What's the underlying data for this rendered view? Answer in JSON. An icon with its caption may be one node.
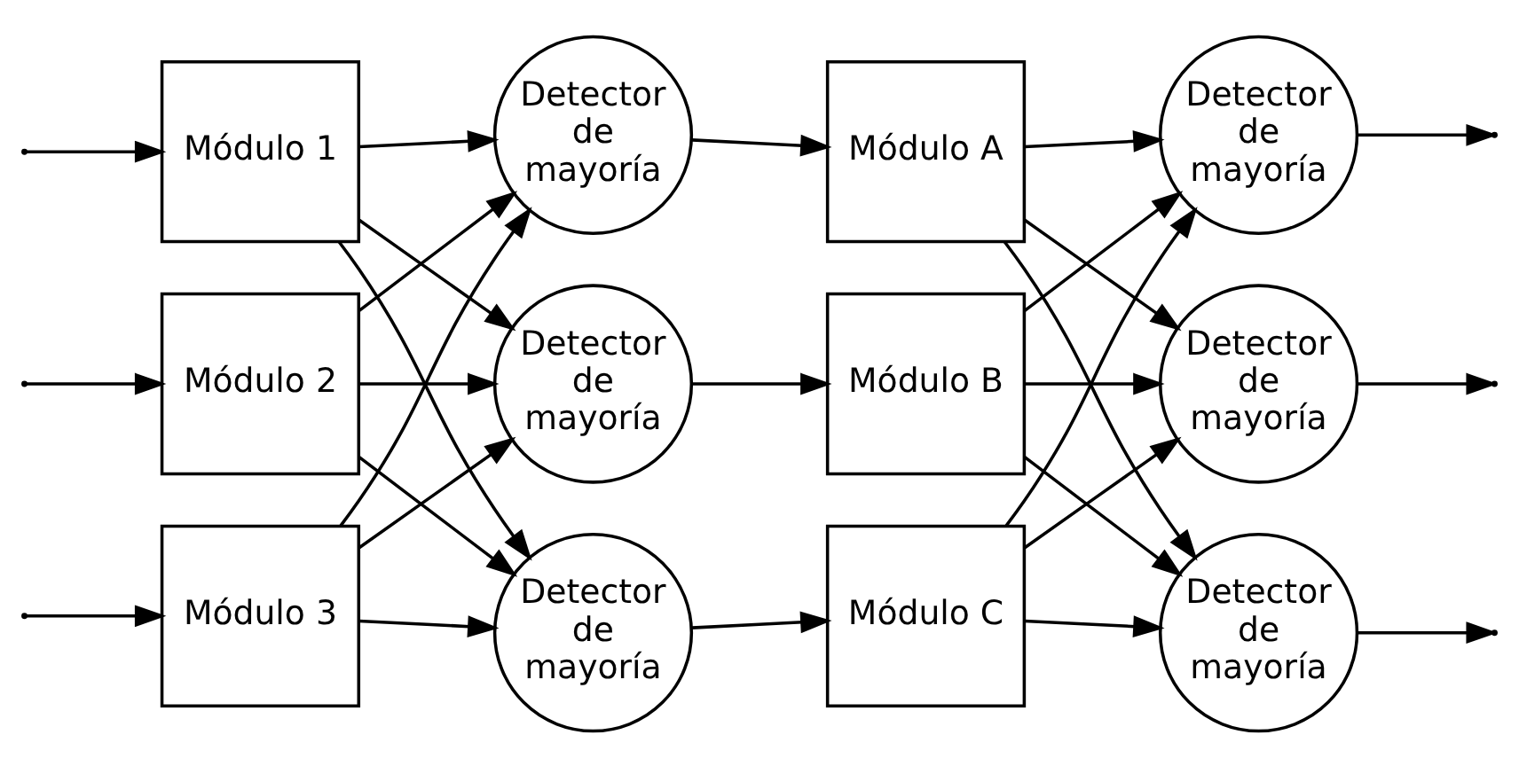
{
  "diagram": {
    "nodes": [
      {
        "text": [
          "Módulo 1"
        ]
      },
      {
        "text": [
          "Módulo 2"
        ]
      },
      {
        "text": [
          "Módulo 3"
        ]
      },
      {
        "text": [
          "Detector de mayoría"
        ]
      },
      {
        "text": [
          "Detector de mayoría"
        ]
      },
      {
        "text": [
          "Detector de mayoría"
        ]
      },
      {
        "text": [
          "Módulo A"
        ]
      },
      {
        "text": [
          "Módulo B"
        ]
      },
      {
        "text": [
          "Módulo C"
        ]
      },
      {
        "text": [
          "Detector de mayoría"
        ]
      },
      {
        "text": [
          "Detector de mayoría"
        ]
      },
      {
        "text": [
          "Detector de mayoría"
        ]
      }
    ],
    "edges": [
      {
        "from": null,
        "to": 0,
        "arrow": "to"
      },
      {
        "from": null,
        "to": 1,
        "arrow": "to"
      },
      {
        "from": null,
        "to": 2,
        "arrow": "to"
      },
      {
        "from": 0,
        "to": 3,
        "arrow": "to"
      },
      {
        "from": 0,
        "to": 4,
        "arrow": "to"
      },
      {
        "from": 0,
        "to": 5,
        "arrow": "to"
      },
      {
        "from": 1,
        "to": 3,
        "arrow": "to"
      },
      {
        "from": 1,
        "to": 4,
        "arrow": "to"
      },
      {
        "from": 1,
        "to": 5,
        "arrow": "to"
      },
      {
        "from": 2,
        "to": 3,
        "arrow": "to"
      },
      {
        "from": 2,
        "to": 4,
        "arrow": "to"
      },
      {
        "from": 2,
        "to": 5,
        "arrow": "to"
      },
      {
        "from": 3,
        "to": 6,
        "arrow": "to"
      },
      {
        "from": 4,
        "to": 7,
        "arrow": "to"
      },
      {
        "from": 5,
        "to": 8,
        "arrow": "to"
      },
      {
        "from": 6,
        "to": 9,
        "arrow": "to"
      },
      {
        "from": 6,
        "to": 10,
        "arrow": "to"
      },
      {
        "from": 6,
        "to": 11,
        "arrow": "to"
      },
      {
        "from": 7,
        "to": 9,
        "arrow": "to"
      },
      {
        "from": 7,
        "to": 10,
        "arrow": "to"
      },
      {
        "from": 7,
        "to": 11,
        "arrow": "to"
      },
      {
        "from": 8,
        "to": 9,
        "arrow": "to"
      },
      {
        "from": 8,
        "to": 10,
        "arrow": "to"
      },
      {
        "from": 8,
        "to": 11,
        "arrow": "to"
      },
      {
        "from": 9,
        "to": null,
        "arrow": "to"
      },
      {
        "from": 10,
        "to": null,
        "arrow": "to"
      },
      {
        "from": 11,
        "to": null,
        "arrow": "to"
      }
    ]
  }
}
